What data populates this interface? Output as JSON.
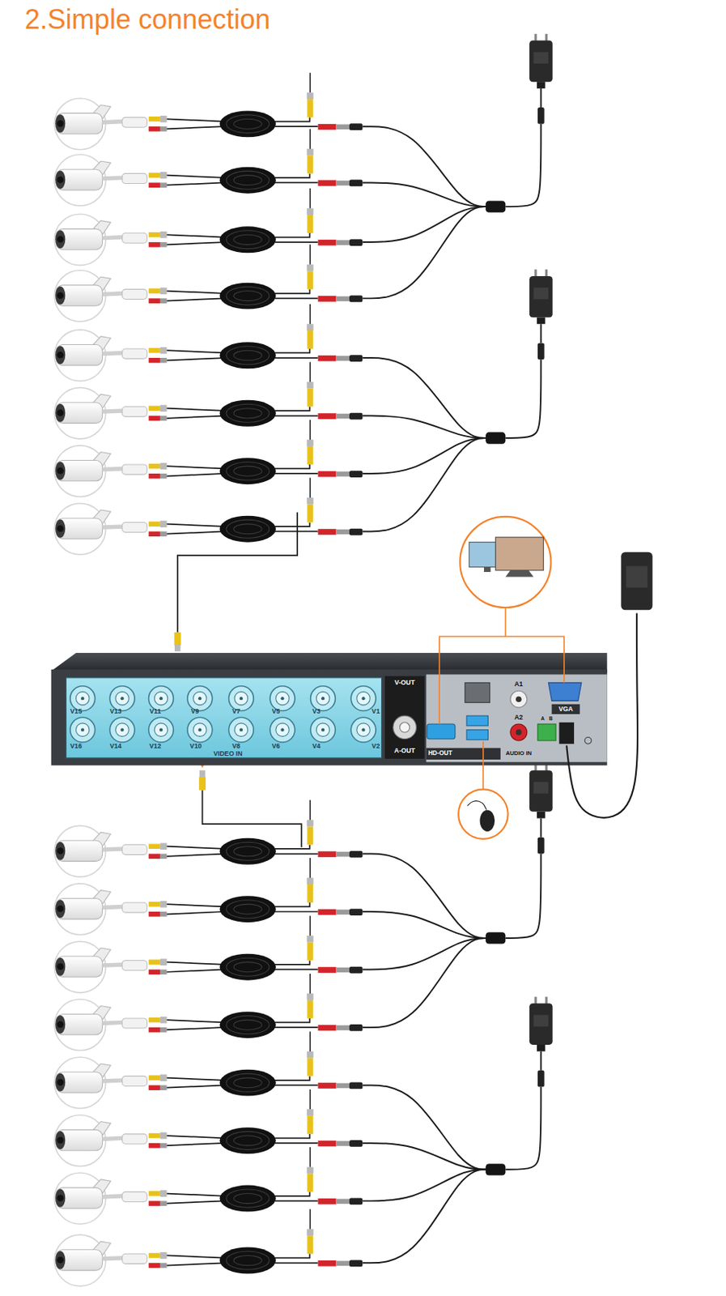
{
  "diagram": {
    "title": "2.Simple connection",
    "labels": [
      "V15",
      "V13",
      "V11",
      "V9",
      "V7",
      "V5",
      "V3",
      "V1",
      "V16",
      "V14",
      "V12",
      "V10",
      "V8",
      "V6",
      "V4",
      "V2",
      "VIDEO IN",
      "V-OUT",
      "A-OUT",
      "HD-OUT",
      "A1",
      "A2",
      "AUDIO IN",
      "VGA",
      "A",
      "B"
    ]
  }
}
